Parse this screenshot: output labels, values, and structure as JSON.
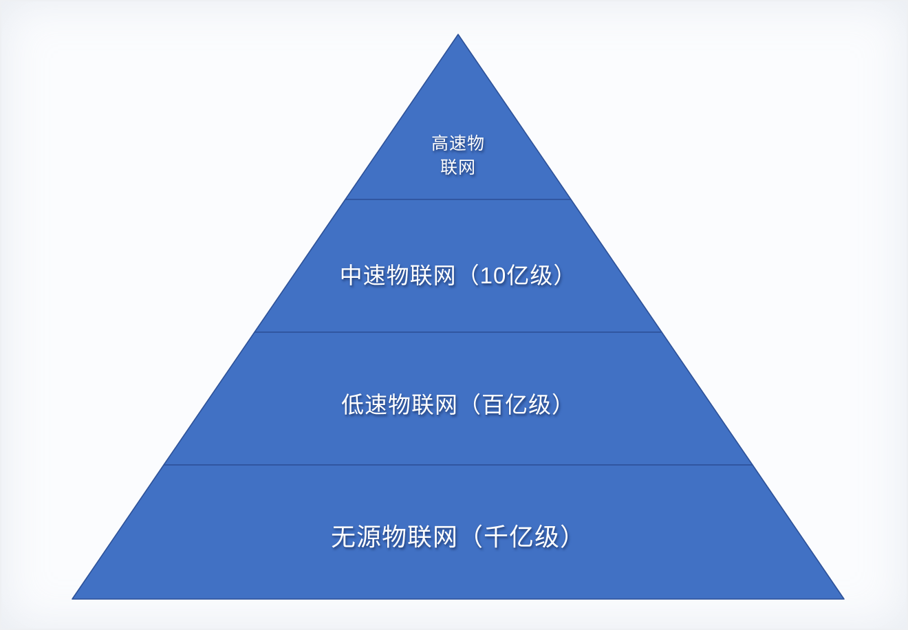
{
  "diagram": {
    "type": "pyramid",
    "description": "IoT scale pyramid with four tiers",
    "colors": {
      "fill": "#4171c4",
      "stroke": "#2d5198",
      "background": "#fbfcfe",
      "text": "#ffffff"
    },
    "levels": [
      {
        "label": "高速物联网",
        "lines": [
          "高速物",
          "联网"
        ]
      },
      {
        "label": "中速物联网（10亿级）"
      },
      {
        "label": "低速物联网（百亿级）"
      },
      {
        "label": "无源物联网（千亿级）"
      }
    ]
  }
}
